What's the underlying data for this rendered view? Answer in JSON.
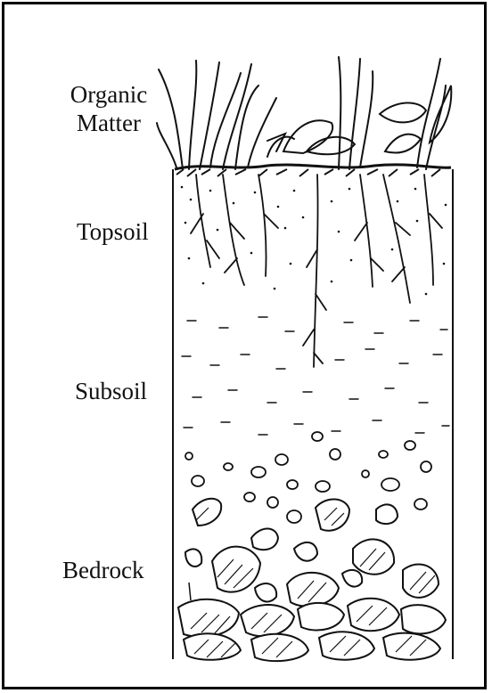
{
  "labels": {
    "organic_line1": "Organic",
    "organic_line2": "Matter",
    "topsoil": "Topsoil",
    "subsoil": "Subsoil",
    "bedrock": "Bedrock"
  },
  "colors": {
    "ink": "#111111",
    "paper": "#ffffff"
  },
  "illustration": "soil-profile-line-drawing"
}
